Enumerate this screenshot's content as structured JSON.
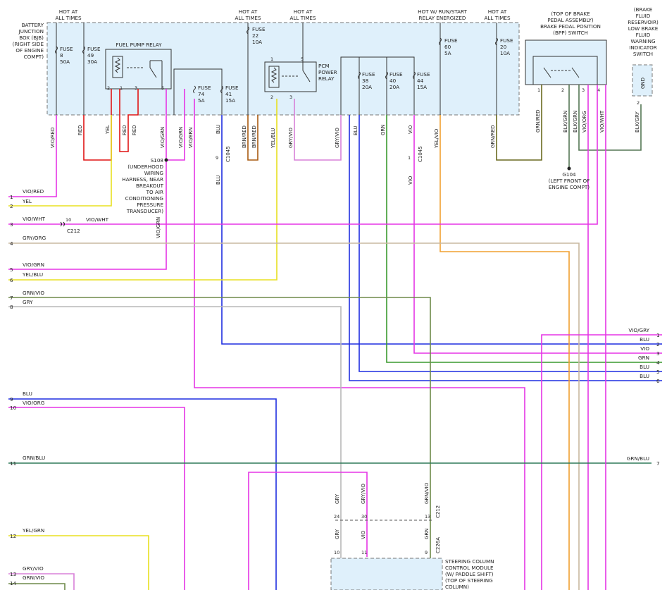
{
  "colors": {
    "VIO": "#e535e5",
    "RED": "#e01515",
    "YEL": "#e8e020",
    "BLU": "#1f2ee0",
    "GRN": "#3a9a2e",
    "GRY": "#b8b8b8",
    "ORG": "#f0a030",
    "BRN": "#a85a10",
    "BLK": "#222222",
    "GRNBLU": "#2f7a58",
    "GRNVIO": "#6e8a4a",
    "GRYORG": "#c8b8a0",
    "GRNRED": "#6a6a20",
    "BLKGRN": "#557755",
    "BLKGRY": "#667766"
  },
  "headers": {
    "hot1": [
      "HOT AT",
      "ALL TIMES"
    ],
    "hot2": [
      "HOT AT",
      "ALL TIMES"
    ],
    "hot3": [
      "HOT AT",
      "ALL TIMES"
    ],
    "hot4": [
      "HOT W/ RUN/START",
      "RELAY ENERGIZED"
    ],
    "hot5": [
      "HOT AT",
      "ALL TIMES"
    ]
  },
  "bjb_label": [
    "BATTERY",
    "JUNCTION",
    "BOX (BJB)",
    "(RIGHT SIDE",
    "OF ENGINE",
    "COMPT)"
  ],
  "fuses": [
    {
      "id": "f8",
      "lines": [
        "FUSE",
        "8",
        "50A"
      ]
    },
    {
      "id": "f49",
      "lines": [
        "FUSE",
        "49",
        "30A"
      ]
    },
    {
      "id": "f74",
      "lines": [
        "FUSE",
        "74",
        "5A"
      ]
    },
    {
      "id": "f41",
      "lines": [
        "FUSE",
        "41",
        "15A"
      ]
    },
    {
      "id": "f22",
      "lines": [
        "FUSE",
        "22",
        "10A"
      ]
    },
    {
      "id": "f38",
      "lines": [
        "FUSE",
        "38",
        "20A"
      ]
    },
    {
      "id": "f40",
      "lines": [
        "FUSE",
        "40",
        "20A"
      ]
    },
    {
      "id": "f44",
      "lines": [
        "FUSE",
        "44",
        "15A"
      ]
    },
    {
      "id": "f60",
      "lines": [
        "FUSE",
        "60",
        "5A"
      ]
    },
    {
      "id": "f20",
      "lines": [
        "FUSE",
        "20",
        "10A"
      ]
    }
  ],
  "fuel_pump_relay": "FUEL PUMP RELAY",
  "pcm_relay": [
    "PCM",
    "POWER",
    "RELAY"
  ],
  "bpp_switch": [
    "(TOP OF BRAKE",
    "PEDAL ASSEMBLY)",
    "BRAKE PEDAL POSITION",
    "(BPP) SWITCH"
  ],
  "bfl_switch": [
    "(BRAKE",
    "FLUID",
    "RESERVOIR)",
    "LOW BRAKE",
    "FLUID",
    "WARNING",
    "INDICATOR",
    "SWITCH"
  ],
  "gnd_label": "GND",
  "s108": [
    "S108",
    "(UNDERHOOD",
    "WIRING",
    "HARNESS, NEAR",
    "BREAKOUT",
    "TO AIR",
    "CONDITIONING",
    "PRESSURE",
    "TRANSDUCER)"
  ],
  "g104": [
    "G104",
    "(LEFT FRONT OF",
    "ENGINE COMPT)"
  ],
  "sccm": [
    "STEERING COLUMN",
    "CONTROL MODULE",
    "(W/ PADDLE SHIFT)",
    "(TOP OF STEERING",
    "COLUMN)"
  ],
  "connectors": {
    "c1045a": "C1045",
    "c1045b": "C1045",
    "c212a": "C212",
    "c212b": "C212",
    "c226a": "C226A"
  },
  "vertical_wire_labels": [
    "VIO/RED",
    "RED",
    "YEL",
    "RED",
    "RED",
    "VIO/GRN",
    "VIO/GRN",
    "VIO/BRN",
    "BLU",
    "BRN/RED",
    "BRN/RED",
    "YEL/BLU",
    "GRY/VIO",
    "GRY/VIO",
    "BLU",
    "GRN",
    "VIO",
    "YEL/VIO",
    "GRN/RED",
    "GRN/RED",
    "BLK/GRN",
    "BLK/GRN",
    "VIO/ORG",
    "VIO/WHT",
    "BLK/GRY",
    "VIO/GRN",
    "BLU",
    "VIO",
    "GRY",
    "GRY/VIO",
    "GRN/VIO",
    "GRY",
    "VIO",
    "GRN"
  ],
  "pin_numbers": [
    "2",
    "1",
    "3",
    "5",
    "2",
    "1",
    "3",
    "5",
    "1",
    "2",
    "3",
    "4",
    "2",
    "9",
    "1",
    "10",
    "13",
    "10",
    "11",
    "9",
    "24",
    "30"
  ],
  "left_rows": [
    {
      "n": "1",
      "label": "VIO/RED"
    },
    {
      "n": "2",
      "label": "YEL"
    },
    {
      "n": "3",
      "label": "VIO/WHT"
    },
    {
      "n": "4",
      "label": "GRY/ORG"
    },
    {
      "n": "5",
      "label": "VIO/GRN"
    },
    {
      "n": "6",
      "label": "YEL/BLU"
    },
    {
      "n": "7",
      "label": "GRN/VIO"
    },
    {
      "n": "8",
      "label": "GRY"
    },
    {
      "n": "9",
      "label": "BLU"
    },
    {
      "n": "10",
      "label": "VIO/ORG"
    },
    {
      "n": "11",
      "label": "GRN/BLU"
    },
    {
      "n": "12",
      "label": "YEL/GRN"
    },
    {
      "n": "13",
      "label": "GRY/VIO"
    },
    {
      "n": "14",
      "label": "GRN/VIO"
    }
  ],
  "row3_mid_label": "VIO/WHT",
  "right_rows": [
    {
      "n": "1",
      "label": "VIO/GRY"
    },
    {
      "n": "2",
      "label": "BLU"
    },
    {
      "n": "3",
      "label": "VIO"
    },
    {
      "n": "4",
      "label": "GRN"
    },
    {
      "n": "5",
      "label": "BLU"
    },
    {
      "n": "6",
      "label": "BLU"
    },
    {
      "n": "7",
      "label": "GRN/BLU"
    }
  ]
}
